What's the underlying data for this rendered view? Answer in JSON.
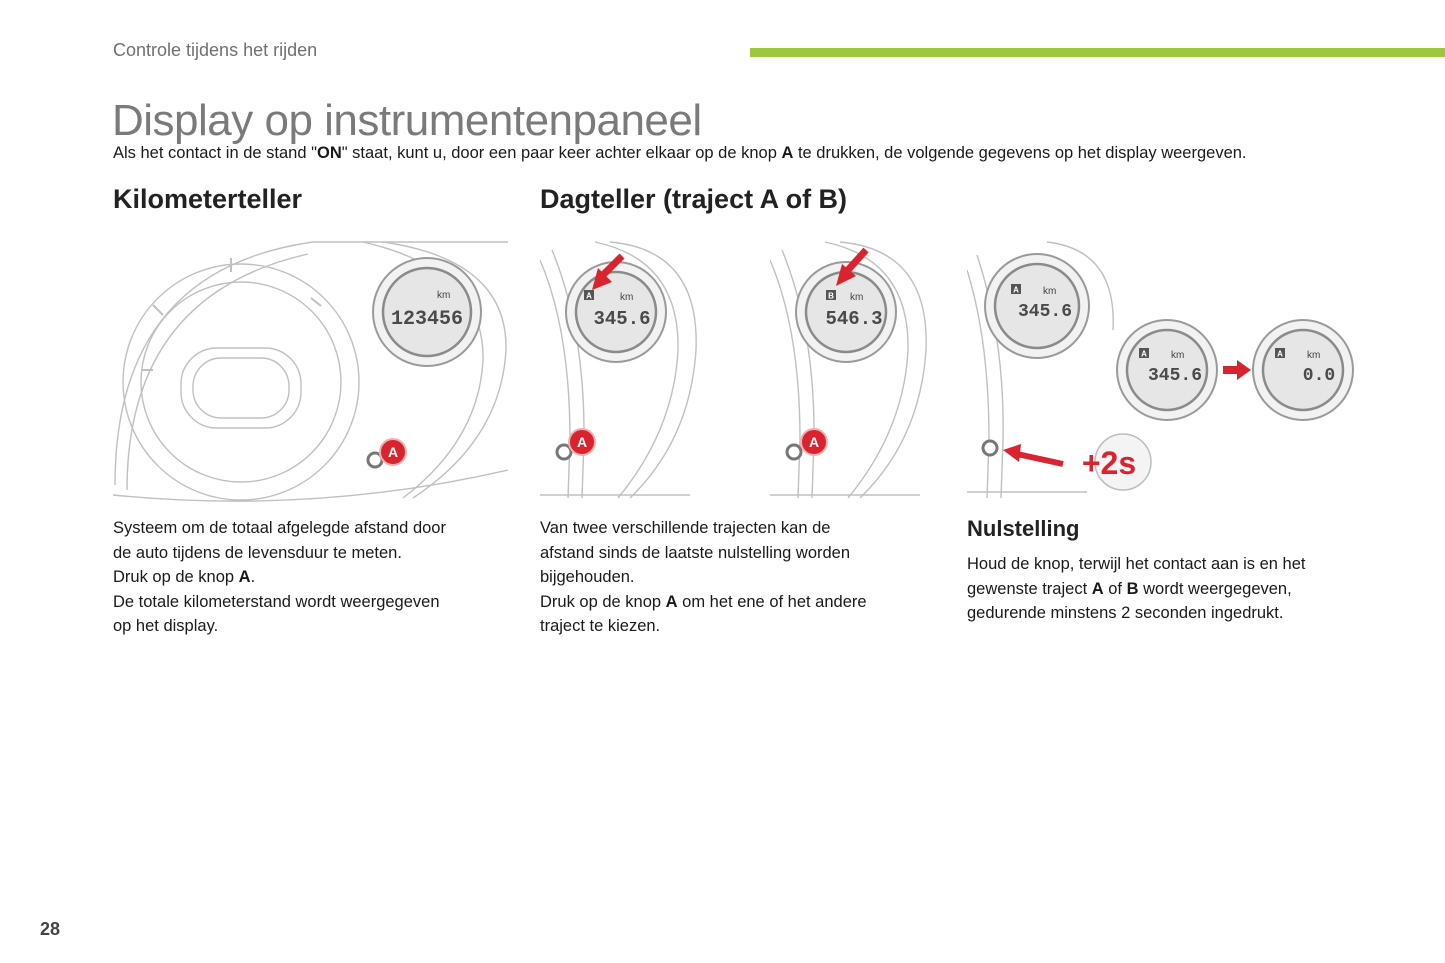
{
  "header": {
    "section": "Controle tijdens het rijden",
    "accent_color": "#9dc73c"
  },
  "title": "Display op instrumentenpaneel",
  "intro": {
    "part1": "Als het contact in de stand \"",
    "on": "ON",
    "part2": "\" staat, kunt u, door een paar keer achter elkaar op de knop ",
    "button": "A",
    "part3": " te drukken, de volgende gegevens op het display weergeven."
  },
  "columns": {
    "odometer": {
      "heading": "Kilometerteller",
      "display_value": "123456",
      "unit": "km",
      "button_label": "A",
      "text": {
        "line1": "Systeem om de totaal afgelegde afstand door",
        "line2": "de auto tijdens de levensduur te meten.",
        "line3_pre": "Druk op de knop ",
        "line3_btn": "A",
        "line3_post": ".",
        "line4": "De totale kilometerstand wordt weergegeven",
        "line5": "op het display."
      }
    },
    "trip": {
      "heading": "Dagteller (traject A of B)",
      "display_a": {
        "indicator": "A",
        "value": "345.6",
        "unit": "km"
      },
      "display_b": {
        "indicator": "B",
        "value": "546.3",
        "unit": "km"
      },
      "button_label": "A",
      "text": {
        "line1": "Van twee verschillende trajecten kan de",
        "line2": "afstand sinds de laatste nulstelling worden",
        "line3": "bijgehouden.",
        "line4_pre": "Druk op de knop ",
        "line4_btn": "A",
        "line4_post": " om het ene of het andere",
        "line5": "traject te kiezen."
      }
    },
    "reset": {
      "heading": "Nulstelling",
      "display_top": {
        "indicator": "A",
        "value": "345.6",
        "unit": "km"
      },
      "display_before": {
        "indicator": "A",
        "value": "345.6",
        "unit": "km"
      },
      "display_after": {
        "indicator": "A",
        "value": "0.0",
        "unit": "km"
      },
      "hold_label": "+2s",
      "text": {
        "line1": "Houd de knop, terwijl het contact aan is en het",
        "line2_pre": "gewenste traject ",
        "line2_a": "A",
        "line2_mid": " of ",
        "line2_b": "B",
        "line2_post": " wordt weergegeven,",
        "line3": "gedurende minstens 2 seconden ingedrukt."
      }
    }
  },
  "colors": {
    "red": "#d9232e",
    "outline": "#b8b8b8"
  },
  "page_number": "28"
}
